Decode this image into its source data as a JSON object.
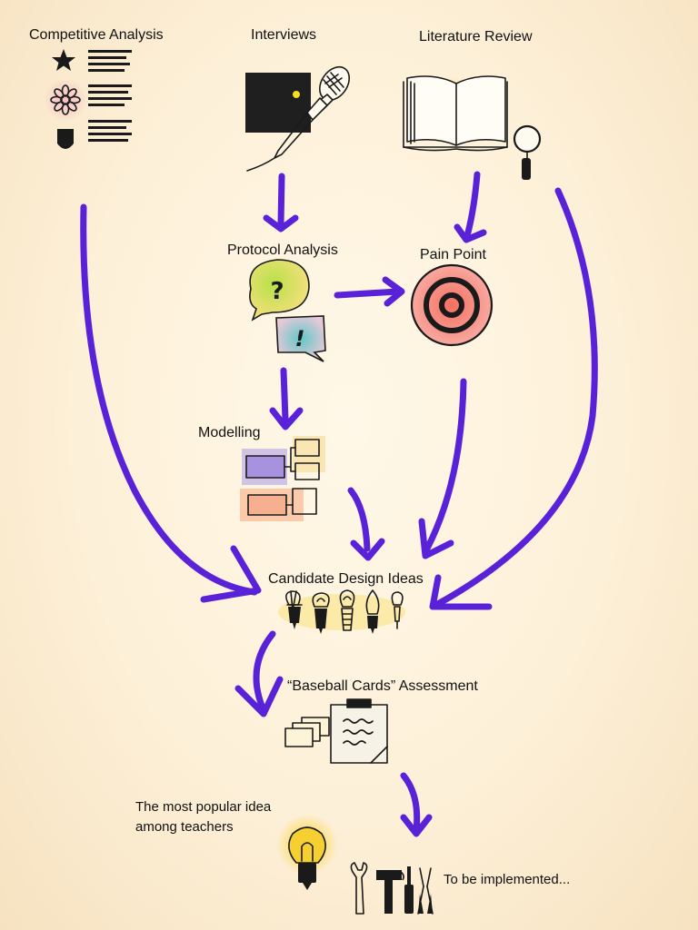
{
  "labels": {
    "competitive_analysis": "Competitive Analysis",
    "interviews": "Interviews",
    "literature_review": "Literature Review",
    "protocol_analysis": "Protocol Analysis",
    "pain_point": "Pain Point",
    "modelling": "Modelling",
    "candidate_design_ideas": "Candidate Design Ideas",
    "baseball_cards": "“Baseball Cards” Assessment",
    "popular_idea_line1": "The most popular idea",
    "popular_idea_line2": "among teachers",
    "to_be_implemented": "To be implemented..."
  },
  "glyphs": {
    "question": "?",
    "exclamation": "!"
  },
  "colors": {
    "arrow": "#5a22d8",
    "ink": "#1a1a1a",
    "target_red": "#f05a4a",
    "bulb_yellow": "#f6c81e",
    "modelling_purple": "#9b86d8",
    "modelling_salmon": "#f4a078",
    "modelling_yellow": "#f5d98a"
  }
}
